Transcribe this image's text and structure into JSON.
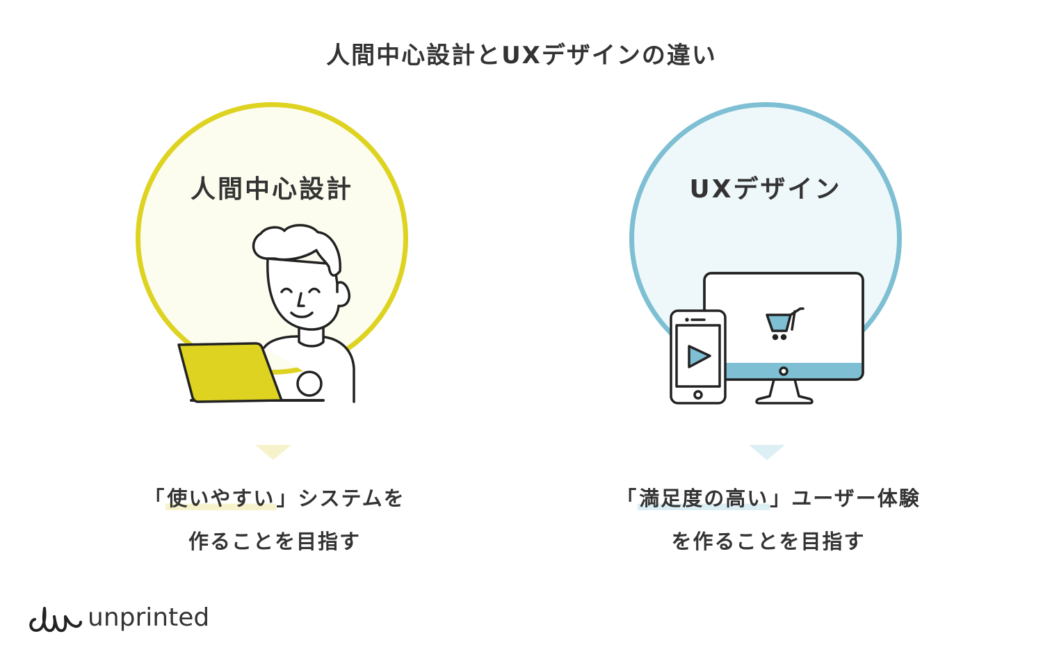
{
  "title": "人間中心設計とUXデザインの違い",
  "left": {
    "label": "人間中心設計",
    "desc_open": "「",
    "desc_highlight": "使いやすい",
    "desc_close": "」システムを",
    "desc_line2": "作ることを目指す",
    "accent_color": "#ddd320"
  },
  "right": {
    "label": "UXデザイン",
    "desc_open": "「",
    "desc_highlight": "満足度の高い",
    "desc_close": "」ユーザー体験",
    "desc_line2": "を作ることを目指す",
    "accent_color": "#7ebfd3"
  },
  "logo": {
    "text": "unprinted"
  }
}
